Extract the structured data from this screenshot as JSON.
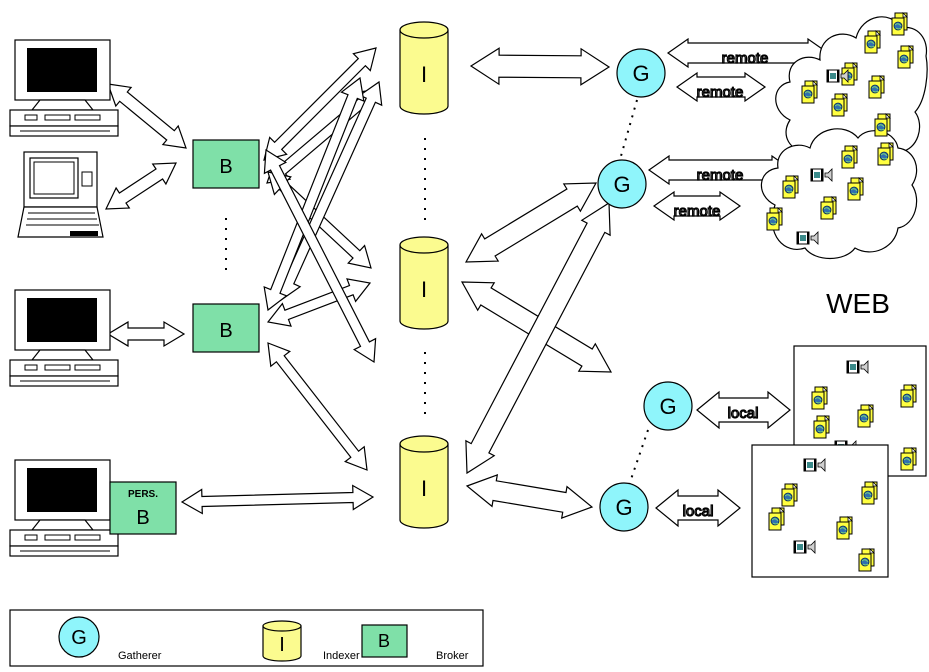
{
  "labels": {
    "gatherer_letter": "G",
    "indexer_letter": "I",
    "broker_letter": "B",
    "personal_broker_tag": "PERS.",
    "remote": "remote",
    "local": "local",
    "web": "WEB"
  },
  "legend": {
    "gatherer": "Gatherer",
    "indexer": "Indexer",
    "broker": "Broker"
  },
  "colors": {
    "gatherer_fill": "#8ff5fb",
    "indexer_fill": "#fbfb8f",
    "broker_fill": "#7fe0a8",
    "doc_fill": "#ffff40",
    "globe_fill": "#2f6fb0"
  }
}
